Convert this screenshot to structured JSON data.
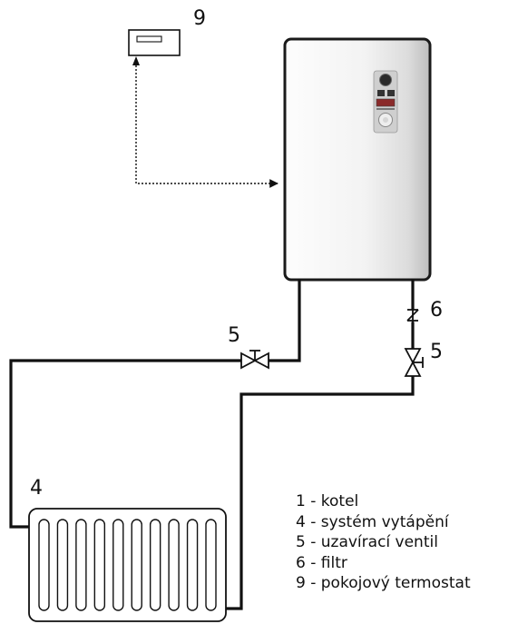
{
  "labels": {
    "thermostat": "9",
    "filter": "6",
    "valve_left": "5",
    "valve_right": "5",
    "radiator": "4"
  },
  "legend": [
    {
      "text": "1 - kotel"
    },
    {
      "text": "4 - systém vytápění"
    },
    {
      "text": "5 - uzavírací ventil"
    },
    {
      "text": "6 - filtr"
    },
    {
      "text": "9 - pokojový termostat"
    }
  ],
  "colors": {
    "pipe": "#111111",
    "boiler_outline": "#1a1a1a",
    "boiler_panel": "#c9c9c9",
    "boiler_gradient_light": "#fafafa",
    "boiler_gradient_dark": "#bdbdbd"
  },
  "radiator_section_count": 10
}
